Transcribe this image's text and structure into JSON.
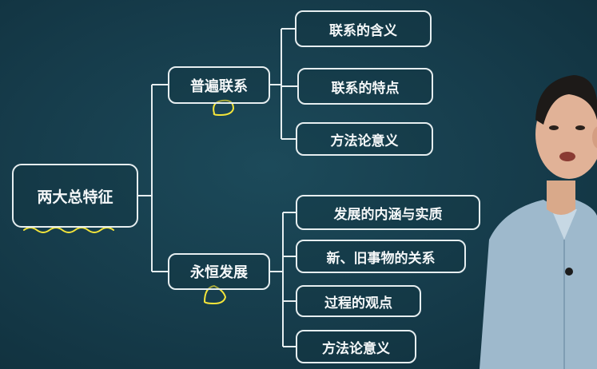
{
  "root": {
    "label": "两大总特征"
  },
  "branches": [
    {
      "label": "普遍联系",
      "items": [
        "联系的含义",
        "联系的特点",
        "方法论意义"
      ]
    },
    {
      "label": "永恒发展",
      "items": [
        "发展的内涵与实质",
        "新、旧事物的关系",
        "过程的观点",
        "方法论意义"
      ]
    }
  ],
  "annotation_color": "#f4e53a",
  "line_color": "#e6eef0"
}
